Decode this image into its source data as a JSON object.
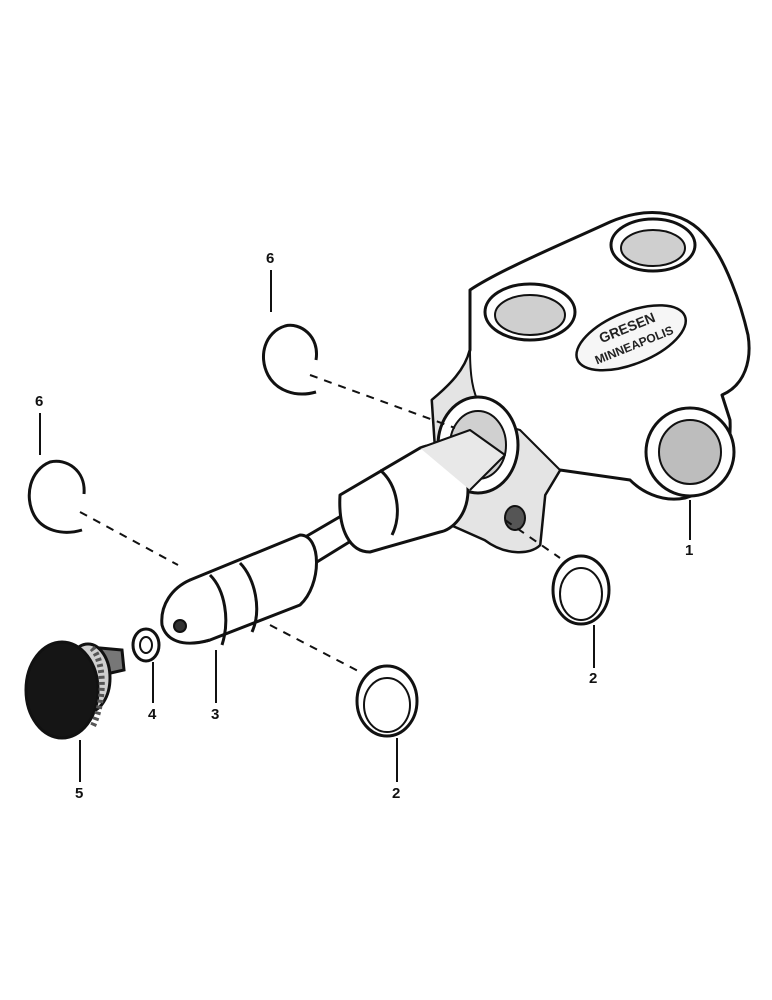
{
  "colors": {
    "ink": "#111111",
    "paper": "#ffffff",
    "shade": "#9a9a9a",
    "light_shade": "#d8d8d8"
  },
  "logo": {
    "line1": "GRESEN",
    "line2": "MINNEAPOLIS"
  },
  "callouts": {
    "valve_body": "1",
    "seal_ring_right": "2",
    "seal_ring_lower": "2",
    "spool": "3",
    "washer": "4",
    "knob": "5",
    "snap_ring_upper": "6",
    "snap_ring_left": "6"
  }
}
